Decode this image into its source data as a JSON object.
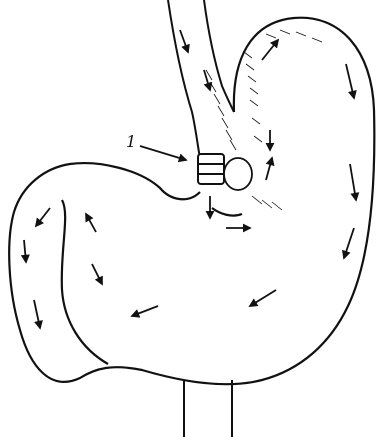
{
  "figure": {
    "callout_label": "1",
    "subject": "stomach",
    "flow_arrow_count": 17
  },
  "colors": {
    "ink": "#111111",
    "paper": "#ffffff"
  }
}
